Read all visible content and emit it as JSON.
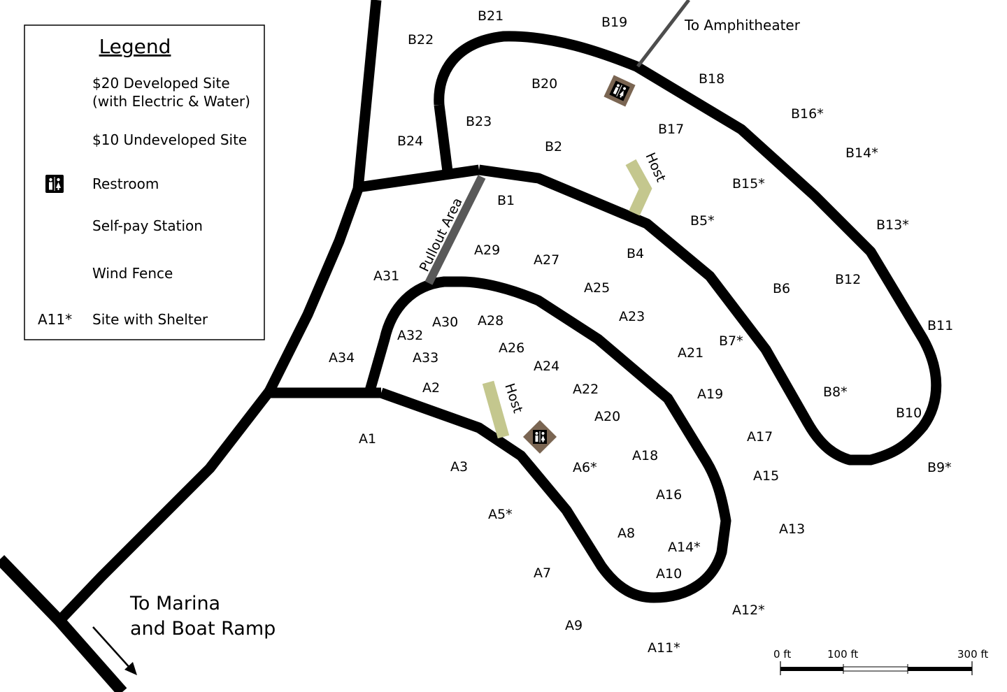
{
  "legend": {
    "title": "Legend",
    "developed_line1": "$20 Developed Site",
    "developed_line2": "(with Electric & Water)",
    "undeveloped": "$10 Undeveloped Site",
    "restroom": "Restroom",
    "selfpay": "Self-pay Station",
    "wind_fence": "Wind Fence",
    "shelter_sample": "A11*",
    "shelter": "Site with Shelter"
  },
  "labels": {
    "amphitheater": "To Amphitheater",
    "marina_line1": "To Marina",
    "marina_line2": "and Boat Ramp",
    "pullout": "Pullout Area",
    "host": "Host"
  },
  "scale": {
    "tick0": "0 ft",
    "tick1": "100 ft",
    "tick2": "300 ft"
  },
  "sites": {
    "B21": "B21",
    "B19": "B19",
    "B22": "B22",
    "B20": "B20",
    "B18": "B18",
    "B16": "B16*",
    "B23": "B23",
    "B17": "B17",
    "B24": "B24",
    "B2": "B2",
    "B14": "B14*",
    "B15": "B15*",
    "B1": "B1",
    "B5": "B5*",
    "B13": "B13*",
    "A29": "A29",
    "A27": "A27",
    "B4": "B4",
    "A31": "A31",
    "A25": "A25",
    "B6": "B6",
    "B12": "B12",
    "A23": "A23",
    "A30": "A30",
    "A28": "A28",
    "A32": "A32",
    "B11": "B11",
    "B7": "B7*",
    "A21": "A21",
    "A26": "A26",
    "A34": "A34",
    "A33": "A33",
    "A24": "A24",
    "A22": "A22",
    "A19": "A19",
    "B8": "B8*",
    "A2": "A2",
    "A20": "A20",
    "B10": "B10",
    "A1": "A1",
    "A17": "A17",
    "A18": "A18",
    "A3": "A3",
    "A6": "A6*",
    "B9": "B9*",
    "A15": "A15",
    "A16": "A16",
    "A5": "A5*",
    "A13": "A13",
    "A8": "A8",
    "A14": "A14*",
    "A7": "A7",
    "A10": "A10",
    "A12": "A12*",
    "A9": "A9",
    "A11": "A11*"
  },
  "colors": {
    "road": "#000000",
    "pullout": "#595959",
    "amphitheater_trail": "#4d4d4d",
    "host_fence": "#c4c78e",
    "restroom_bg": "#7a6552",
    "restroom_icon": "#000000"
  },
  "icons": [
    "restroom-icon",
    "arrow-icon"
  ]
}
